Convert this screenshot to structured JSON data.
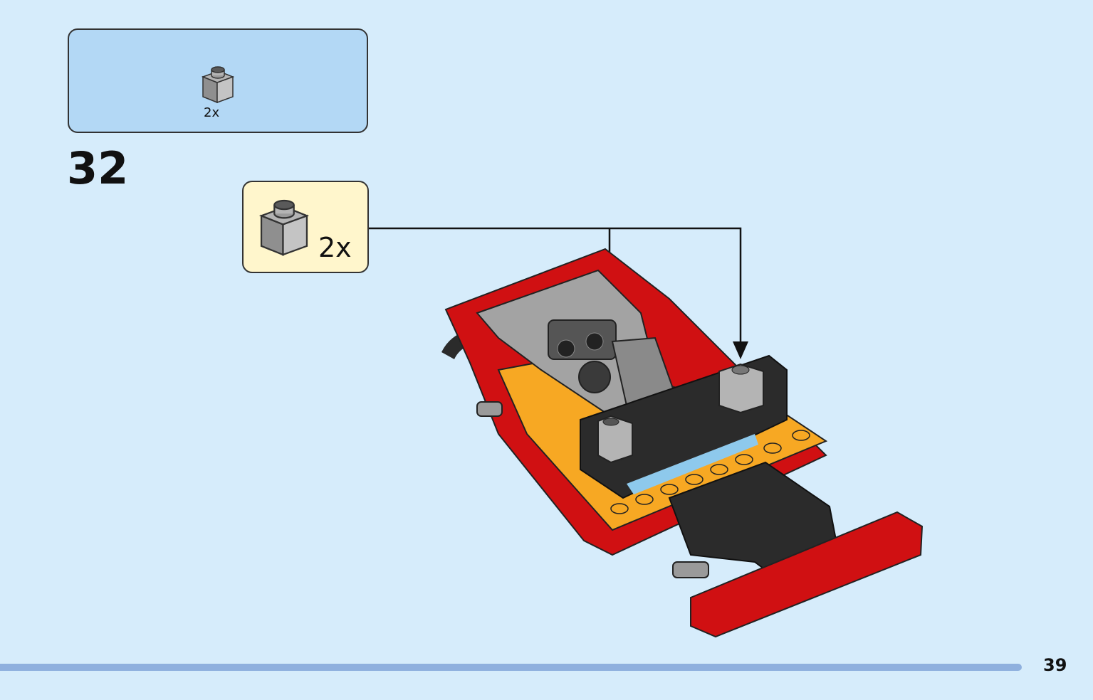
{
  "parts_list": {
    "quantity": "2x",
    "part": "grey-1x1-brick-icon"
  },
  "step": {
    "number": "32"
  },
  "callout": {
    "quantity": "2x",
    "part": "grey-1x1-brick-icon"
  },
  "page": {
    "number": "39"
  },
  "colors": {
    "background": "#d6ecfb",
    "parts_box": "#b3d8f5",
    "callout": "#fff6cc",
    "footer_bar": "#8fb0de",
    "brick_grey": "#a3a3a3",
    "red": "#d01012",
    "orange": "#f7a823",
    "black": "#2b2b2b"
  }
}
